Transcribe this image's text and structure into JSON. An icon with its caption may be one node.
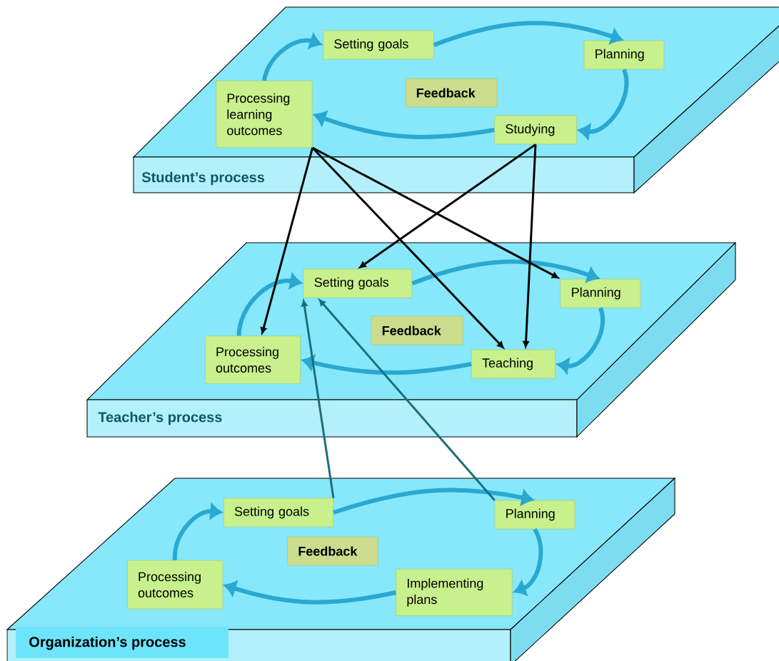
{
  "diagram": {
    "nodes": [
      {
        "text": [
          "Student’s process"
        ]
      },
      {
        "text": [
          "Setting goals"
        ],
        "in": 0
      },
      {
        "text": [
          "Planning"
        ],
        "in": 0
      },
      {
        "text": [
          "Feedback"
        ],
        "in": 0
      },
      {
        "text": [
          "Processing learning outcomes"
        ],
        "in": 0
      },
      {
        "text": [
          "Studying"
        ],
        "in": 0
      },
      {
        "text": [
          "Teacher’s process"
        ]
      },
      {
        "text": [
          "Setting goals"
        ],
        "in": 6
      },
      {
        "text": [
          "Planning"
        ],
        "in": 6
      },
      {
        "text": [
          "Feedback"
        ],
        "in": 6
      },
      {
        "text": [
          "Processing outcomes"
        ],
        "in": 6
      },
      {
        "text": [
          "Teaching"
        ],
        "in": 6
      },
      {
        "text": [
          "Organization’s process"
        ]
      },
      {
        "text": [
          "Setting goals"
        ],
        "in": 12
      },
      {
        "text": [
          "Planning"
        ],
        "in": 12
      },
      {
        "text": [
          "Feedback"
        ],
        "in": 12
      },
      {
        "text": [
          "Processing outcomes"
        ],
        "in": 12
      },
      {
        "text": [
          "Implementing plans"
        ],
        "in": 12
      }
    ],
    "edges": [
      {
        "from": 1,
        "to": 2,
        "arrow": "to"
      },
      {
        "from": 2,
        "to": 5,
        "arrow": "to"
      },
      {
        "from": 5,
        "to": 4,
        "arrow": "to"
      },
      {
        "from": 4,
        "to": 1,
        "arrow": "to"
      },
      {
        "from": 7,
        "to": 8,
        "arrow": "to"
      },
      {
        "from": 8,
        "to": 11,
        "arrow": "to"
      },
      {
        "from": 11,
        "to": 10,
        "arrow": "to"
      },
      {
        "from": 10,
        "to": 7,
        "arrow": "to"
      },
      {
        "from": 13,
        "to": 14,
        "arrow": "to"
      },
      {
        "from": 14,
        "to": 17,
        "arrow": "to"
      },
      {
        "from": 17,
        "to": 16,
        "arrow": "to"
      },
      {
        "from": 16,
        "to": 13,
        "arrow": "to"
      },
      {
        "from": 4,
        "to": 10,
        "arrow": "to",
        "color": "#000000"
      },
      {
        "from": 4,
        "to": 11,
        "arrow": "to",
        "color": "#000000"
      },
      {
        "from": 4,
        "to": 8,
        "arrow": "to",
        "color": "#000000"
      },
      {
        "from": 5,
        "to": 7,
        "arrow": "to",
        "color": "#000000"
      },
      {
        "from": 5,
        "to": 11,
        "arrow": "to",
        "color": "#000000"
      },
      {
        "from": 13,
        "to": 7,
        "arrow": "to",
        "color": "#1a6e7a"
      },
      {
        "from": 14,
        "to": 7,
        "arrow": "to",
        "color": "#1a6e7a"
      }
    ]
  }
}
